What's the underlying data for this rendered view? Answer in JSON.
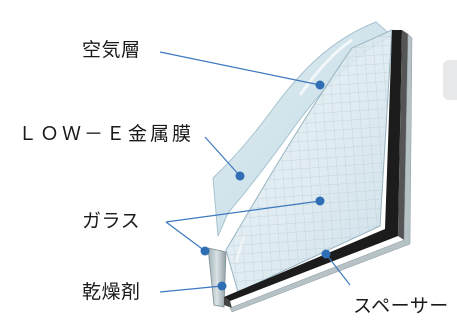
{
  "diagram": {
    "labels": {
      "air_layer": "空気層",
      "low_e_film": "ＬＯＷ－Ｅ金属膜",
      "glass": "ガラス",
      "desiccant": "乾燥剤",
      "spacer": "スペーサー"
    },
    "colors": {
      "leader_line": "#3d79bf",
      "leader_dot": "#2f6db4",
      "glass_tint": "#cfe3ec",
      "spacer": "#222222",
      "frame_silver": "#a9b4b8"
    }
  }
}
